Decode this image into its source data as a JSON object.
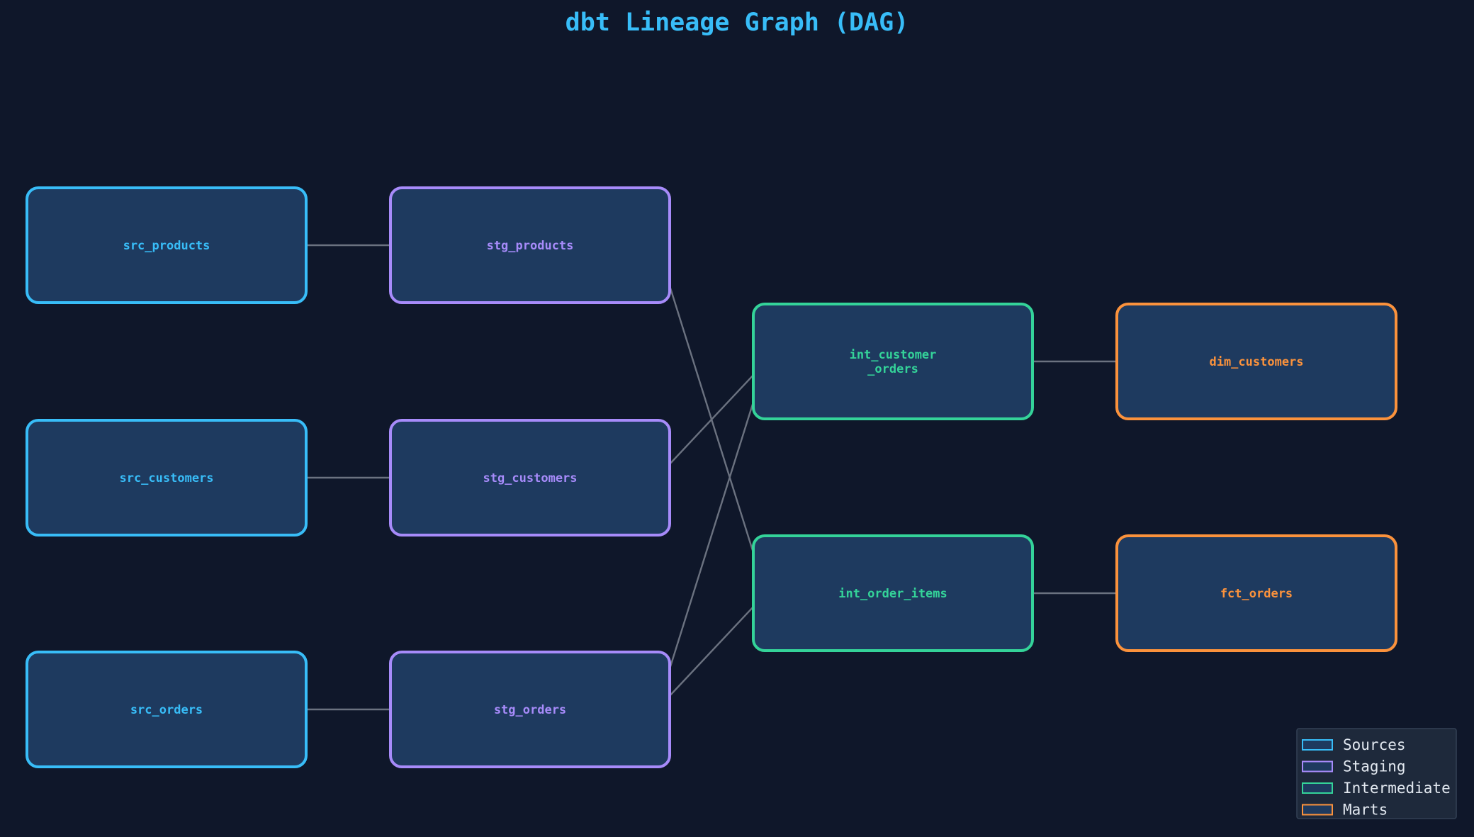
{
  "title": "dbt Lineage Graph (DAG)",
  "colors": {
    "background": "#0f172a",
    "node_fill": "#1e3a5f",
    "edge": "#6b7280",
    "title": "#38bdf8",
    "legend_bg": "#1e293b",
    "legend_border": "#334155",
    "legend_text": "#e2e8f0",
    "layers": {
      "sources": "#38bdf8",
      "staging": "#a78bfa",
      "intermediate": "#34d399",
      "marts": "#fb923c"
    }
  },
  "nodes": [
    {
      "id": "src_products",
      "lines": [
        "src_products"
      ],
      "layer": "sources"
    },
    {
      "id": "src_customers",
      "lines": [
        "src_customers"
      ],
      "layer": "sources"
    },
    {
      "id": "src_orders",
      "lines": [
        "src_orders"
      ],
      "layer": "sources"
    },
    {
      "id": "stg_products",
      "lines": [
        "stg_products"
      ],
      "layer": "staging"
    },
    {
      "id": "stg_customers",
      "lines": [
        "stg_customers"
      ],
      "layer": "staging"
    },
    {
      "id": "stg_orders",
      "lines": [
        "stg_orders"
      ],
      "layer": "staging"
    },
    {
      "id": "int_customer_orders",
      "lines": [
        "int_customer",
        "_orders"
      ],
      "layer": "intermediate"
    },
    {
      "id": "int_order_items",
      "lines": [
        "int_order_items"
      ],
      "layer": "intermediate"
    },
    {
      "id": "dim_customers",
      "lines": [
        "dim_customers"
      ],
      "layer": "marts"
    },
    {
      "id": "fct_orders",
      "lines": [
        "fct_orders"
      ],
      "layer": "marts"
    }
  ],
  "edges": [
    {
      "from": "src_products",
      "to": "stg_products"
    },
    {
      "from": "src_customers",
      "to": "stg_customers"
    },
    {
      "from": "src_orders",
      "to": "stg_orders"
    },
    {
      "from": "stg_products",
      "to": "int_order_items"
    },
    {
      "from": "stg_customers",
      "to": "int_customer_orders"
    },
    {
      "from": "stg_orders",
      "to": "int_customer_orders"
    },
    {
      "from": "stg_orders",
      "to": "int_order_items"
    },
    {
      "from": "int_customer_orders",
      "to": "dim_customers"
    },
    {
      "from": "int_order_items",
      "to": "fct_orders"
    }
  ],
  "legend": [
    {
      "label": "Sources",
      "layer": "sources"
    },
    {
      "label": "Staging",
      "layer": "staging"
    },
    {
      "label": "Intermediate",
      "layer": "intermediate"
    },
    {
      "label": "Marts",
      "layer": "marts"
    }
  ]
}
